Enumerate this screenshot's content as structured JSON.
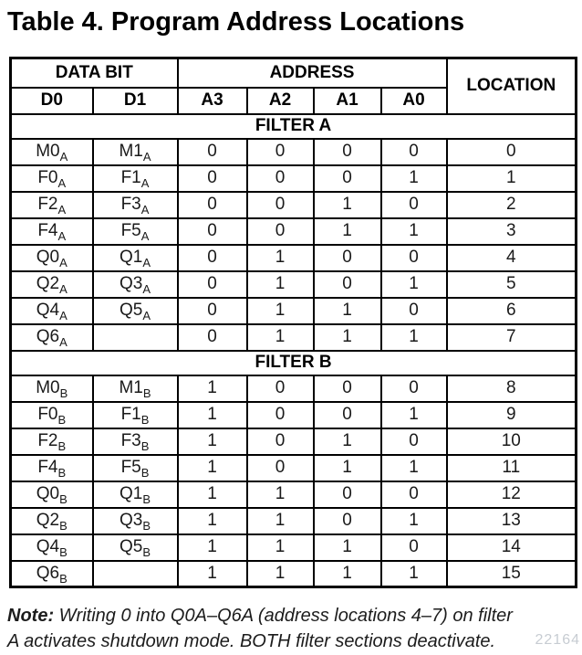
{
  "title": "Table 4. Program Address Locations",
  "table": {
    "header": {
      "data_bit": "DATA BIT",
      "address": "ADDRESS",
      "location": "LOCATION",
      "d0": "D0",
      "d1": "D1",
      "a3": "A3",
      "a2": "A2",
      "a1": "A1",
      "a0": "A0"
    },
    "sections": [
      {
        "label": "FILTER A",
        "rows": [
          {
            "d0b": "M0",
            "d0s": "A",
            "d1b": "M1",
            "d1s": "A",
            "a3": "0",
            "a2": "0",
            "a1": "0",
            "a0": "0",
            "loc": "0"
          },
          {
            "d0b": "F0",
            "d0s": "A",
            "d1b": "F1",
            "d1s": "A",
            "a3": "0",
            "a2": "0",
            "a1": "0",
            "a0": "1",
            "loc": "1"
          },
          {
            "d0b": "F2",
            "d0s": "A",
            "d1b": "F3",
            "d1s": "A",
            "a3": "0",
            "a2": "0",
            "a1": "1",
            "a0": "0",
            "loc": "2"
          },
          {
            "d0b": "F4",
            "d0s": "A",
            "d1b": "F5",
            "d1s": "A",
            "a3": "0",
            "a2": "0",
            "a1": "1",
            "a0": "1",
            "loc": "3"
          },
          {
            "d0b": "Q0",
            "d0s": "A",
            "d1b": "Q1",
            "d1s": "A",
            "a3": "0",
            "a2": "1",
            "a1": "0",
            "a0": "0",
            "loc": "4"
          },
          {
            "d0b": "Q2",
            "d0s": "A",
            "d1b": "Q3",
            "d1s": "A",
            "a3": "0",
            "a2": "1",
            "a1": "0",
            "a0": "1",
            "loc": "5"
          },
          {
            "d0b": "Q4",
            "d0s": "A",
            "d1b": "Q5",
            "d1s": "A",
            "a3": "0",
            "a2": "1",
            "a1": "1",
            "a0": "0",
            "loc": "6"
          },
          {
            "d0b": "Q6",
            "d0s": "A",
            "d1b": "",
            "d1s": "",
            "a3": "0",
            "a2": "1",
            "a1": "1",
            "a0": "1",
            "loc": "7"
          }
        ]
      },
      {
        "label": "FILTER B",
        "rows": [
          {
            "d0b": "M0",
            "d0s": "B",
            "d1b": "M1",
            "d1s": "B",
            "a3": "1",
            "a2": "0",
            "a1": "0",
            "a0": "0",
            "loc": "8"
          },
          {
            "d0b": "F0",
            "d0s": "B",
            "d1b": "F1",
            "d1s": "B",
            "a3": "1",
            "a2": "0",
            "a1": "0",
            "a0": "1",
            "loc": "9"
          },
          {
            "d0b": "F2",
            "d0s": "B",
            "d1b": "F3",
            "d1s": "B",
            "a3": "1",
            "a2": "0",
            "a1": "1",
            "a0": "0",
            "loc": "10"
          },
          {
            "d0b": "F4",
            "d0s": "B",
            "d1b": "F5",
            "d1s": "B",
            "a3": "1",
            "a2": "0",
            "a1": "1",
            "a0": "1",
            "loc": "11"
          },
          {
            "d0b": "Q0",
            "d0s": "B",
            "d1b": "Q1",
            "d1s": "B",
            "a3": "1",
            "a2": "1",
            "a1": "0",
            "a0": "0",
            "loc": "12"
          },
          {
            "d0b": "Q2",
            "d0s": "B",
            "d1b": "Q3",
            "d1s": "B",
            "a3": "1",
            "a2": "1",
            "a1": "0",
            "a0": "1",
            "loc": "13"
          },
          {
            "d0b": "Q4",
            "d0s": "B",
            "d1b": "Q5",
            "d1s": "B",
            "a3": "1",
            "a2": "1",
            "a1": "1",
            "a0": "0",
            "loc": "14"
          },
          {
            "d0b": "Q6",
            "d0s": "B",
            "d1b": "",
            "d1s": "",
            "a3": "1",
            "a2": "1",
            "a1": "1",
            "a0": "1",
            "loc": "15"
          }
        ]
      }
    ]
  },
  "note": {
    "label": "Note:",
    "line1": " Writing 0 into Q0A–Q6A (address locations 4–7) on filter",
    "line2": "A activates shutdown mode. BOTH filter sections deactivate."
  },
  "watermark": "22164"
}
